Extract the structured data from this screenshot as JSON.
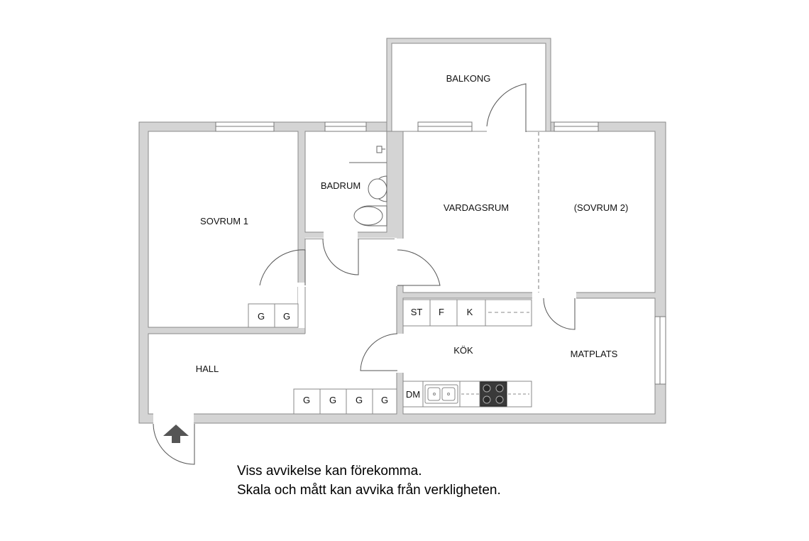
{
  "rooms": {
    "balkong": "BALKONG",
    "badrum": "BADRUM",
    "sovrum1": "SOVRUM 1",
    "vardagsrum": "VARDAGSRUM",
    "sovrum2": "(SOVRUM 2)",
    "hall": "HALL",
    "kok": "KÖK",
    "matplats": "MATPLATS"
  },
  "cabinets": {
    "sovrum1_wardrobes": [
      "G",
      "G"
    ],
    "hall_wardrobes": [
      "G",
      "G",
      "G",
      "G"
    ],
    "kitchen_upper": [
      "ST",
      "F",
      "K"
    ],
    "kitchen_lower": "DM"
  },
  "disclaimer": {
    "line1": "Viss avvikelse kan förekomma.",
    "line2": "Skala och mått kan avvika från verkligheten."
  },
  "colors": {
    "wall": "#d4d4d4",
    "wall_edge": "#8a8a8a",
    "floor": "#ffffff",
    "line": "#666666",
    "stove": "#3a3a3a",
    "entrance_arrow": "#555555"
  }
}
